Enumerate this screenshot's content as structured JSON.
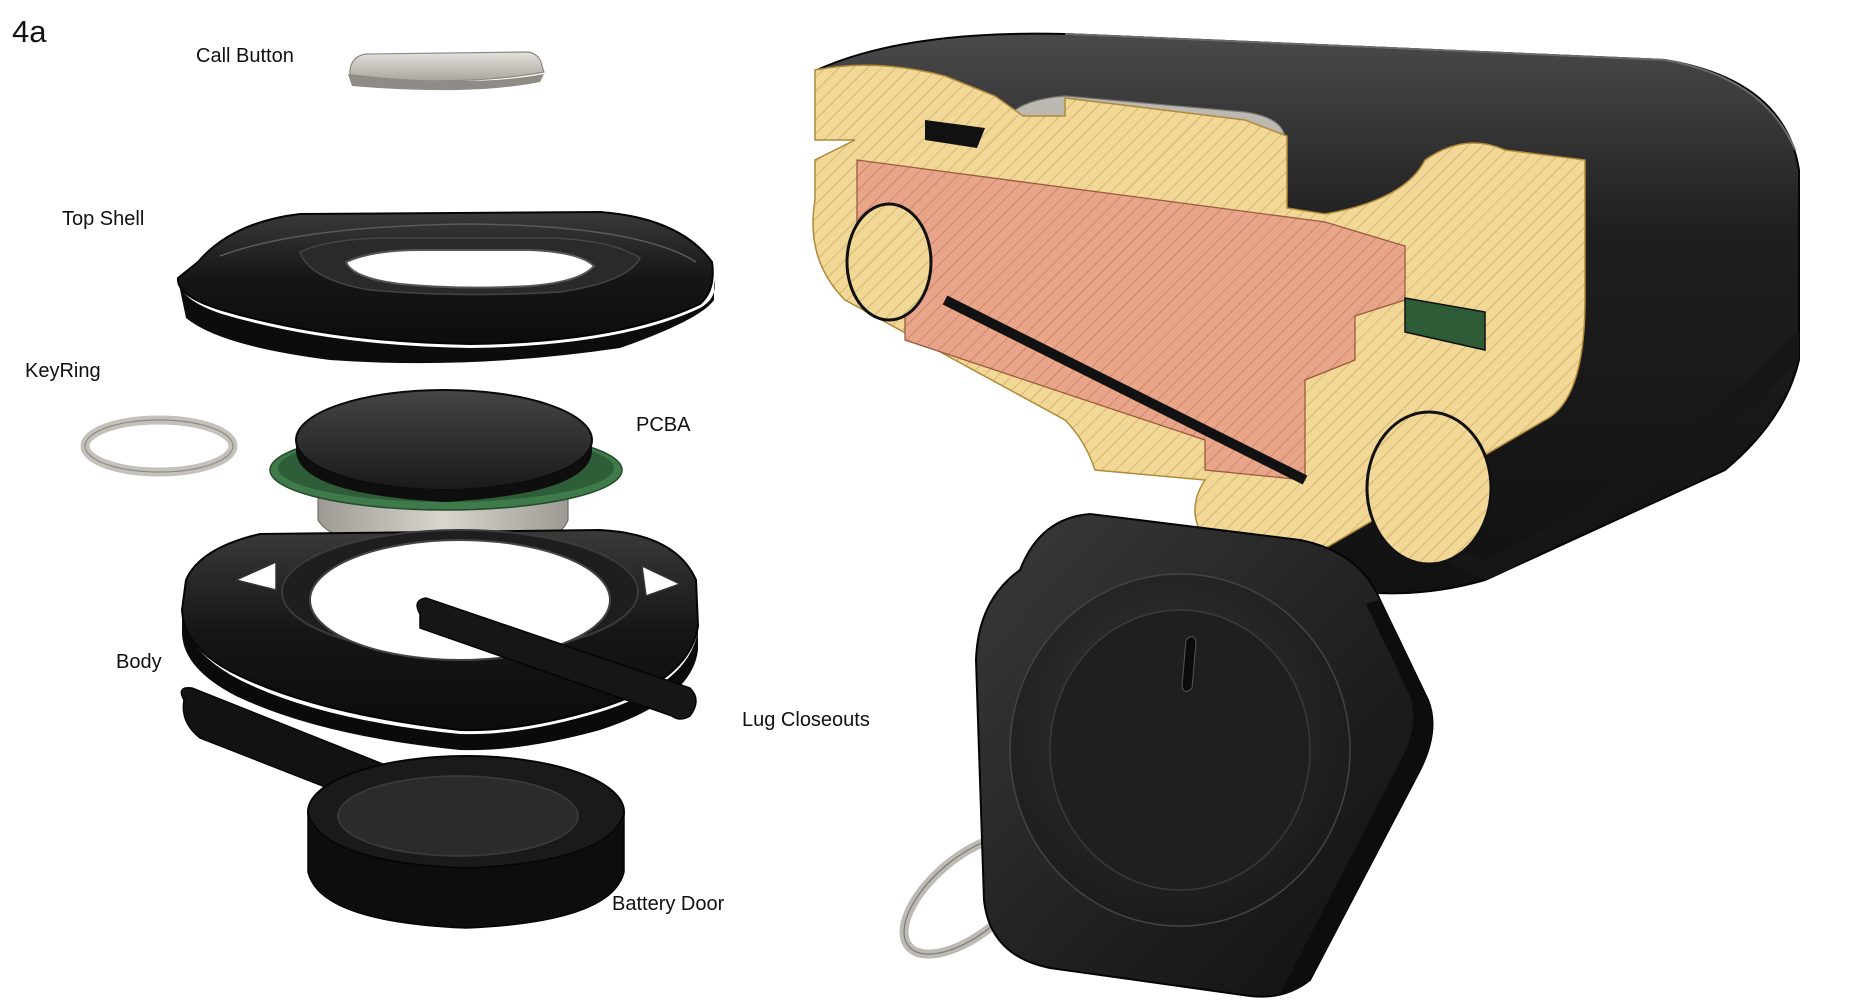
{
  "figure_id": "4a",
  "labels": {
    "call_button": "Call Button",
    "top_shell": "Top Shell",
    "keyring": "KeyRing",
    "pcba": "PCBA",
    "body": "Body",
    "lug_closeouts": "Lug Closeouts",
    "battery_door": "Battery Door"
  },
  "colors": {
    "plastic_black": "#1c1c1c",
    "button_grey": "#c9c7c1",
    "ring_grey": "#bdbab4",
    "pcb_green": "#3f7a4a",
    "section_yellow": "#f2d896",
    "section_salmon": "#e8a58a"
  }
}
